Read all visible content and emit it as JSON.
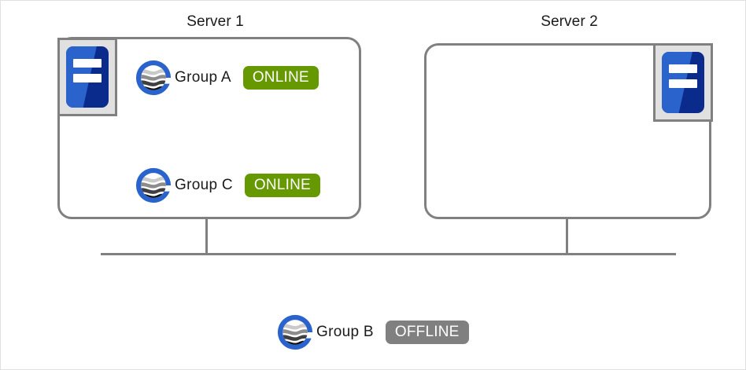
{
  "diagram": {
    "type": "cluster-topology",
    "colors": {
      "online": "#669900",
      "offline": "#808080",
      "outline": "#808080",
      "logo_blue": "#2a63cc",
      "icon_blue_light": "#2a63cc",
      "icon_blue_dark": "#0a2a8c",
      "background": "#ffffff"
    },
    "servers": [
      {
        "title": "Server 1",
        "icon_name": "server-machine-icon",
        "icon_position": "top-left",
        "groups": [
          {
            "logo_name": "group-globe-logo",
            "label": "Group A",
            "status": "ONLINE",
            "status_kind": "online"
          },
          {
            "logo_name": "group-globe-logo",
            "label": "Group  C",
            "status": "ONLINE",
            "status_kind": "online"
          }
        ]
      },
      {
        "title": "Server 2",
        "icon_name": "server-machine-icon",
        "icon_position": "top-right",
        "groups": []
      }
    ],
    "unassigned_group": {
      "logo_name": "group-globe-logo",
      "label": "Group  B",
      "status": "OFFLINE",
      "status_kind": "offline"
    },
    "bus": {
      "name": "network-bus-line",
      "connector_count": 2
    }
  }
}
